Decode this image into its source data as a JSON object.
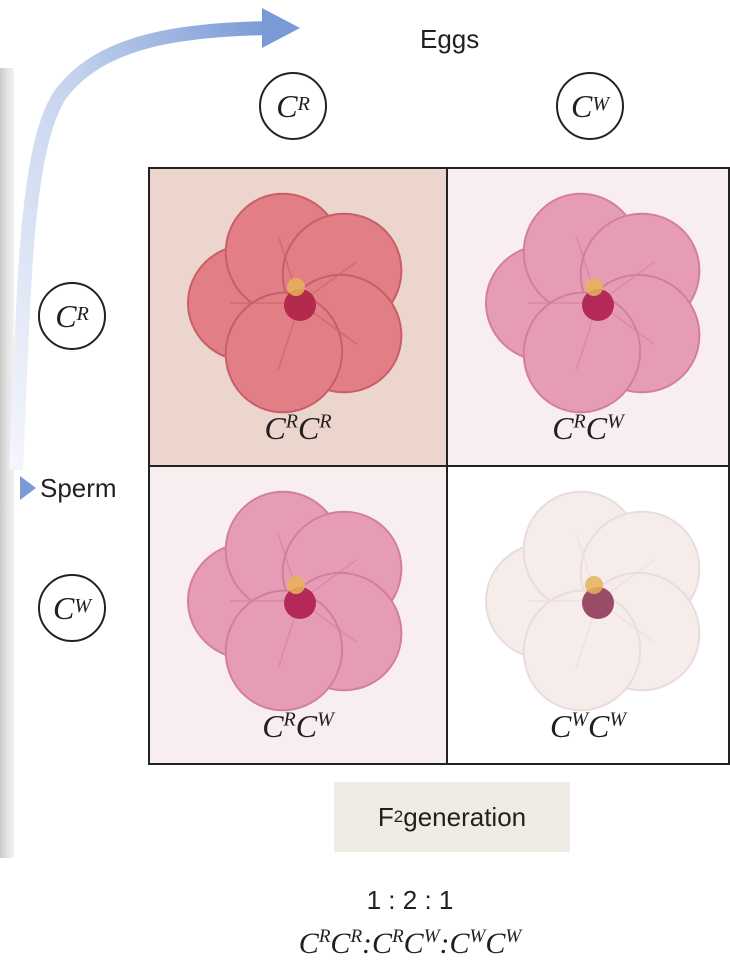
{
  "title_eggs": "Eggs",
  "label_sperm": "Sperm",
  "egg_alleles": [
    {
      "base": "C",
      "sup": "R"
    },
    {
      "base": "C",
      "sup": "W"
    }
  ],
  "sperm_alleles": [
    {
      "base": "C",
      "sup": "R"
    },
    {
      "base": "C",
      "sup": "W"
    }
  ],
  "cells": [
    {
      "id": "rr",
      "a": "C",
      "as": "R",
      "b": "C",
      "bs": "R",
      "bg": "#ecd5cc",
      "petal": "#e27f86",
      "petal_dark": "#c95d68",
      "center": "#b42a4c"
    },
    {
      "id": "rw1",
      "a": "C",
      "as": "R",
      "b": "C",
      "bs": "W",
      "bg": "#f9eeef",
      "petal": "#e79cb6",
      "petal_dark": "#d27f9c",
      "center": "#b4295a"
    },
    {
      "id": "rw2",
      "a": "C",
      "as": "R",
      "b": "C",
      "bs": "W",
      "bg": "#f9eeef",
      "petal": "#e79cb6",
      "petal_dark": "#d27f9c",
      "center": "#b4295a"
    },
    {
      "id": "ww",
      "a": "C",
      "as": "W",
      "b": "C",
      "bs": "W",
      "bg": "#ffffff",
      "petal": "#f6ecea",
      "petal_dark": "#e9dcdc",
      "center": "#9a4b67"
    }
  ],
  "f2": {
    "base": "F",
    "sub": "2",
    "text": " generation"
  },
  "ratio_numbers": "1 : 2 : 1",
  "ratio_genotypes": [
    {
      "a": "C",
      "as": "R",
      "b": "C",
      "bs": "R"
    },
    {
      "a": "C",
      "as": "R",
      "b": "C",
      "bs": "W"
    },
    {
      "a": "C",
      "as": "W",
      "b": "C",
      "bs": "W"
    }
  ],
  "colors": {
    "arrow": "#7a9ad6",
    "grid_line": "#222222",
    "f2_box": "#efece3"
  }
}
